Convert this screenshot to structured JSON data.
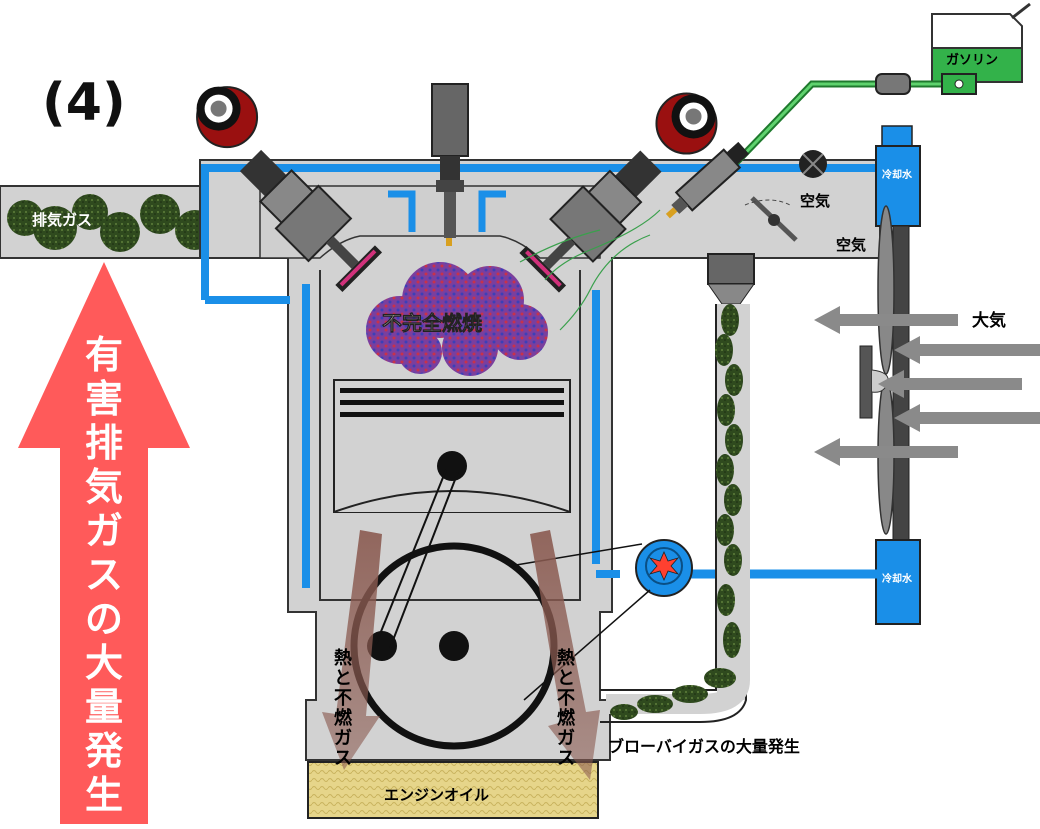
{
  "step_label": "(4)",
  "exhaust_gas_label": "排気ガス",
  "combustion_label": "不完全燃焼",
  "fuel_tank_label": "ガソリン",
  "coolant_top_label": "冷却水",
  "coolant_bottom_label": "冷却水",
  "air_label_1": "空気",
  "air_label_2": "空気",
  "atmosphere_label": "大気",
  "harmful_exhaust_label": "有害排気ガスの大量発生",
  "heat_gas_left_label": "熱と不燃ガス",
  "heat_gas_right_label": "熱と不燃ガス",
  "blowby_label": "ブローバイガスの大量発生",
  "engine_oil_label": "エンジンオイル",
  "colors": {
    "coolant_blue": "#1a8fe8",
    "fuel_green": "#33b24a",
    "harmful_arrow_red": "#ff5a5a",
    "engine_body_gray": "#d2d2d2",
    "oil_yellow": "#e6d58a"
  }
}
